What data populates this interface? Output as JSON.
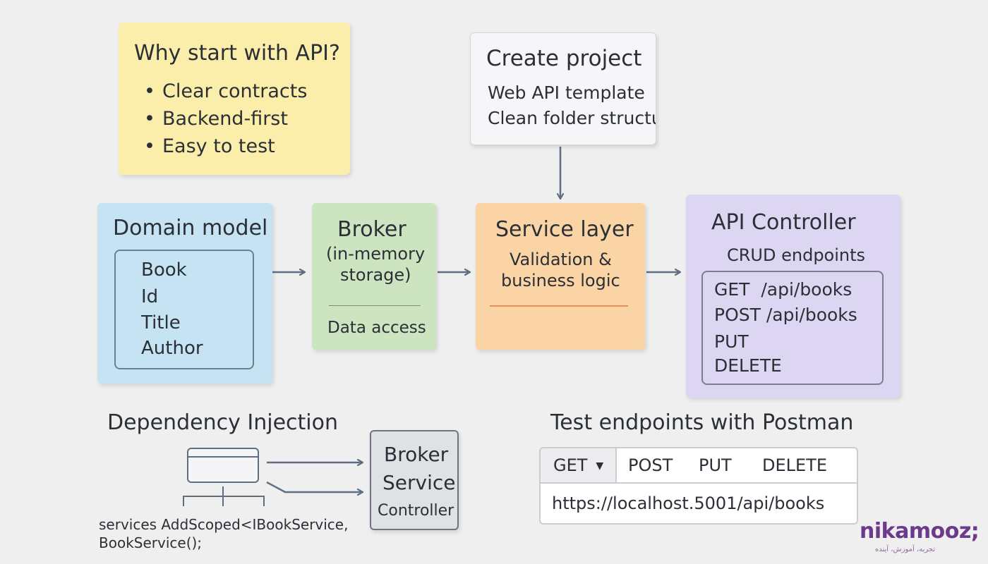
{
  "why": {
    "title": "Why start with API?",
    "bullets": [
      "Clear contracts",
      "Backend-first",
      "Easy to test"
    ]
  },
  "create": {
    "title": "Create project",
    "line1": "Web API template",
    "line2": "Clean folder structu"
  },
  "domain": {
    "title": "Domain model",
    "fields": [
      "Book",
      "Id",
      "Title",
      "Author"
    ]
  },
  "broker": {
    "title": "Broker",
    "sub1": "(in-memory",
    "sub2": "storage)",
    "sub3": "Data access"
  },
  "service": {
    "title": "Service layer",
    "sub1": "Validation &",
    "sub2": "business logic"
  },
  "api": {
    "title": "API Controller",
    "sub": "CRUD endpoints",
    "endpoints": [
      "GET  /api/books",
      "POST /api/books",
      "PUT",
      "DELETE"
    ]
  },
  "di": {
    "title": "Dependency Injection",
    "code1": "services AddScoped<IBookService,",
    "code2": "BookService();",
    "box": [
      "Broker",
      "Service",
      "Controller"
    ]
  },
  "postman": {
    "title": "Test endpoints with Postman",
    "method": "GET",
    "tabs": [
      "POST",
      "PUT",
      "DELETE"
    ],
    "url": "https://localhost.5001/api/books"
  },
  "logo": {
    "word": "nikamooz;",
    "tagline": "تجربه، آموزش، آینده"
  },
  "colors": {
    "arrow": "#5f6f82",
    "why_bg": "#fbeeaa",
    "domain_bg": "#c5e3f2",
    "broker_bg": "#cde4c0",
    "service_bg": "#fbd4a6",
    "api_bg": "#dcd6f2",
    "logo": "#6b3a8c"
  }
}
